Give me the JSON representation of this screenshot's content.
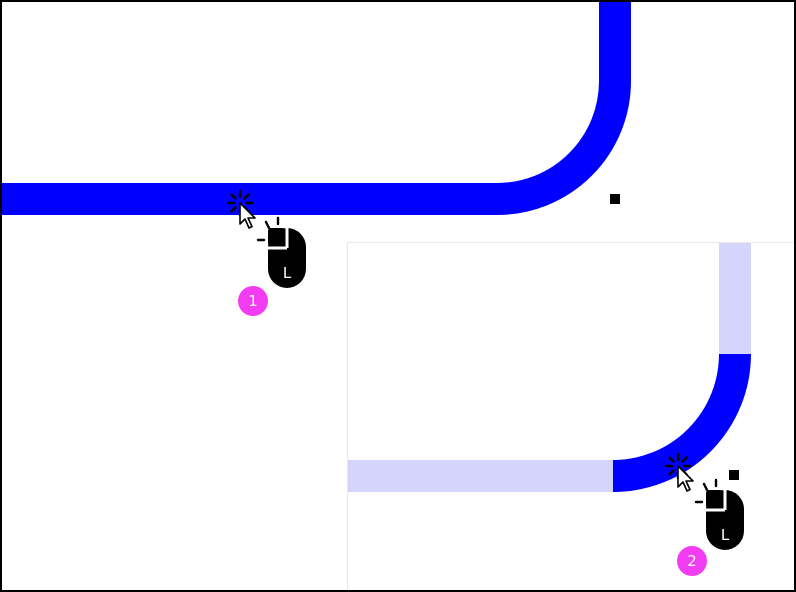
{
  "colors": {
    "path_selected": "#0000ff",
    "path_unselected": "#d5d5fb",
    "badge": "#f23cf2",
    "mouse_body": "#000000"
  },
  "steps": [
    {
      "number": "1",
      "action_icon": "mouse-left-click-icon",
      "button_label": "L"
    },
    {
      "number": "2",
      "action_icon": "mouse-left-click-icon",
      "button_label": "L"
    }
  ]
}
